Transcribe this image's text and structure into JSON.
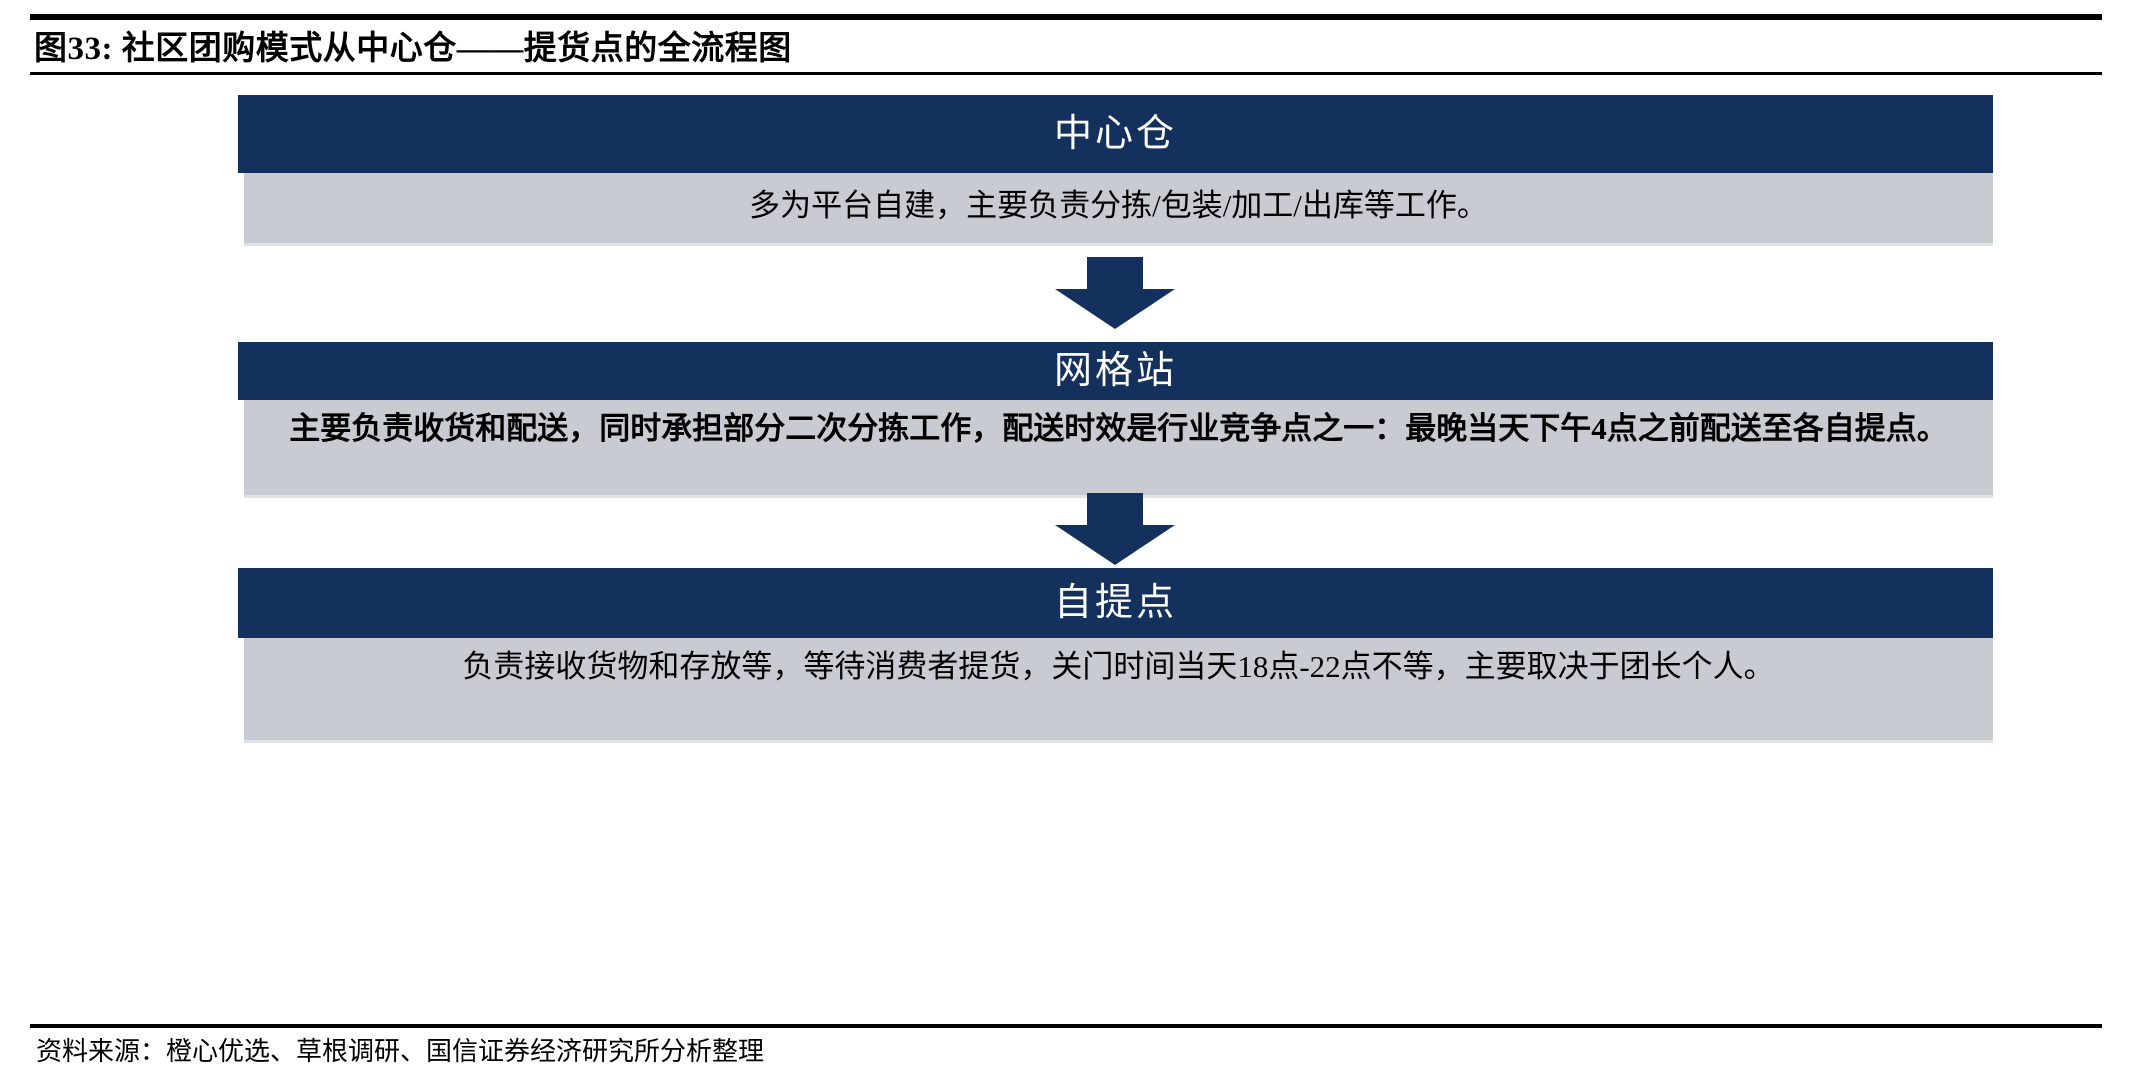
{
  "figure": {
    "title": "图33:  社区团购模式从中心仓——提货点的全流程图",
    "source": "资料来源：橙心优选、草根调研、国信证券经济研究所分析整理"
  },
  "colors": {
    "header_navy": "#13315c",
    "body_gray": "#c8ccd2",
    "arrow_navy": "#13315c",
    "rule_black": "#000000",
    "header_text": "#ffffff"
  },
  "chart_data": {
    "type": "diagram",
    "title": "图33:  社区团购模式从中心仓——提货点的全流程图",
    "layout": "vertical-flow",
    "stages": [
      {
        "header": "中心仓",
        "body": "多为平台自建，主要负责分拣/包装/加工/出库等工作。",
        "bold": false
      },
      {
        "header": "网格站",
        "body": "主要负责收货和配送，同时承担部分二次分拣工作，配送时效是行业竞争点之一：最晚当天下午4点之前配送至各自提点。",
        "bold": true
      },
      {
        "header": "自提点",
        "body": "负责接收货物和存放等，等待消费者提货，关门时间当天18点-22点不等，主要取决于团长个人。",
        "bold": false
      }
    ],
    "connectors": [
      {
        "from": "中心仓",
        "to": "网格站",
        "shape": "down-block-arrow"
      },
      {
        "from": "网格站",
        "to": "自提点",
        "shape": "down-block-arrow"
      }
    ]
  }
}
